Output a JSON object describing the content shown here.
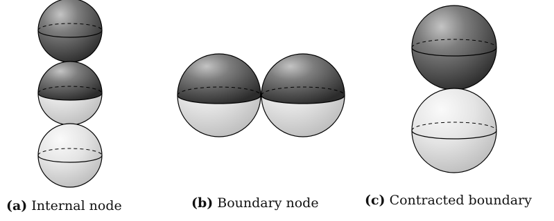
{
  "panels": [
    {
      "tag": "(a)",
      "caption": "Internal node"
    },
    {
      "tag": "(b)",
      "caption": "Boundary node"
    },
    {
      "tag": "(c)",
      "caption": "Contracted boundary"
    }
  ],
  "colors": {
    "dark_top": "#5a5a5a",
    "dark_highlight": "#bdbdbd",
    "dark_shadow": "#2e2e2e",
    "light_top": "#f2f2f2",
    "light_shadow": "#c8c8c8",
    "outline": "#000000"
  }
}
